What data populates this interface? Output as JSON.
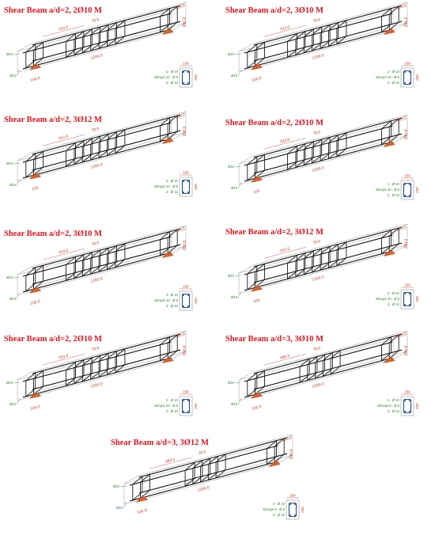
{
  "panels": [
    {
      "title": "Shear Beam a/d=2, 2Ø10 M",
      "stirrups": 7,
      "dims": {
        "left": "324.0",
        "mid": "78.0",
        "length": "1200.0",
        "support": "100.0",
        "width": "150.0",
        "height": "200.0"
      },
      "section": {
        "width": "150",
        "height": "200",
        "top": "2 - Ø 10",
        "stirrup": "stirrups 10 - Ø 8",
        "bottom": "2 - Ø 10"
      },
      "bar_label": "Ø10"
    },
    {
      "title": "Shear Beam a/d=2, 3Ø10 M",
      "stirrups": 7,
      "dims": {
        "left": "324.0",
        "mid": "78.0",
        "length": "1200.0",
        "support": "100.0",
        "width": "150.0",
        "height": "200.0"
      },
      "section": {
        "width": "150",
        "height": "200",
        "top": "2 - Ø 10",
        "stirrup": "stirrups 10 - Ø 8",
        "bottom": "3 - Ø 10"
      },
      "bar_label": "Ø10"
    },
    {
      "title": "Shear Beam a/d=2, 3Ø12 M",
      "stirrups": 7,
      "dims": {
        "left": "322.0",
        "mid": "78.0",
        "length": "1200.0",
        "support": "100",
        "width": "150.0",
        "height": "200.0"
      },
      "section": {
        "width": "150",
        "height": "200",
        "top": "2 - Ø 10",
        "stirrup": "stirrups 10 - Ø 8",
        "bottom": "3 - Ø 12"
      },
      "bar_label": "Ø10"
    },
    {
      "title": "Shear Beam a/d=2, 2Ø10 M",
      "stirrups": 7,
      "dims": {
        "left": "324.0",
        "mid": "78.0",
        "length": "1200.0",
        "support": "100",
        "width": "150.0",
        "height": "200.0"
      },
      "section": {
        "width": "150",
        "height": "200",
        "top": "2 - Ø 10",
        "stirrup": "stirrups 10 - Ø 8",
        "bottom": "2 - Ø 10"
      },
      "bar_label": "Ø10"
    },
    {
      "title": "Shear Beam a/d=2, 3Ø10 M",
      "stirrups": 7,
      "dims": {
        "left": "324.0",
        "mid": "78.0",
        "length": "1200.0",
        "support": "100.0",
        "width": "150.0",
        "height": "200.0"
      },
      "section": {
        "width": "150",
        "height": "200",
        "top": "2 - Ø 10",
        "stirrup": "stirrups 10 - Ø 8",
        "bottom": "3 - Ø 10"
      },
      "bar_label": "Ø10"
    },
    {
      "title": "Shear Beam a/d=2, 3Ø12 M",
      "stirrups": 7,
      "dims": {
        "left": "322.0",
        "mid": "78.0",
        "length": "1200.0",
        "support": "100",
        "width": "150.0",
        "height": "200.0"
      },
      "section": {
        "width": "150",
        "height": "200",
        "top": "2 - Ø 10",
        "stirrup": "stirrups 10 - Ø 8",
        "bottom": "3 - Ø 12"
      },
      "bar_label": "Ø10"
    },
    {
      "title": "Shear Beam a/d=2, 2Ø10 M",
      "stirrups": 7,
      "dims": {
        "left": "324.0",
        "mid": "78.0",
        "length": "1200.0",
        "support": "100.0",
        "width": "150.0",
        "height": "200.0"
      },
      "section": {
        "width": "150",
        "height": "200",
        "top": "2 - Ø 10",
        "stirrup": "stirrups 10 - Ø 8",
        "bottom": "2 - Ø 10"
      },
      "bar_label": "Ø10"
    },
    {
      "title": "Shear Beam a/d=3, 3Ø10 M",
      "stirrups": 5,
      "dims": {
        "left": "486.0",
        "mid": "78.0",
        "length": "1200.0",
        "support": "100.0",
        "width": "150.0",
        "height": "200.0"
      },
      "section": {
        "width": "150",
        "height": "200",
        "top": "2 - Ø 10",
        "stirrup": "stirrups 6 - Ø 8",
        "bottom": "3 - Ø 10"
      },
      "bar_label": "Ø10"
    },
    {
      "title": "Shear Beam a/d=3, 3Ø12 M",
      "stirrups": 5,
      "dims": {
        "left": "483.0",
        "mid": "78.0",
        "length": "1200.0",
        "support": "100.0",
        "width": "150.0",
        "height": "200.0"
      },
      "section": {
        "width": "150",
        "height": "200",
        "top": "2 - Ø 10",
        "stirrup": "stirrups 6 - Ø 8",
        "bottom": "3 - Ø 12"
      },
      "bar_label": "Ø10"
    }
  ],
  "colors": {
    "title": "#e0141b",
    "rebar": "#1a1a1a",
    "concrete": "#9a9a9a",
    "support": "#d9632b",
    "dimension": "#c0392b",
    "label": "#2e7d32"
  }
}
